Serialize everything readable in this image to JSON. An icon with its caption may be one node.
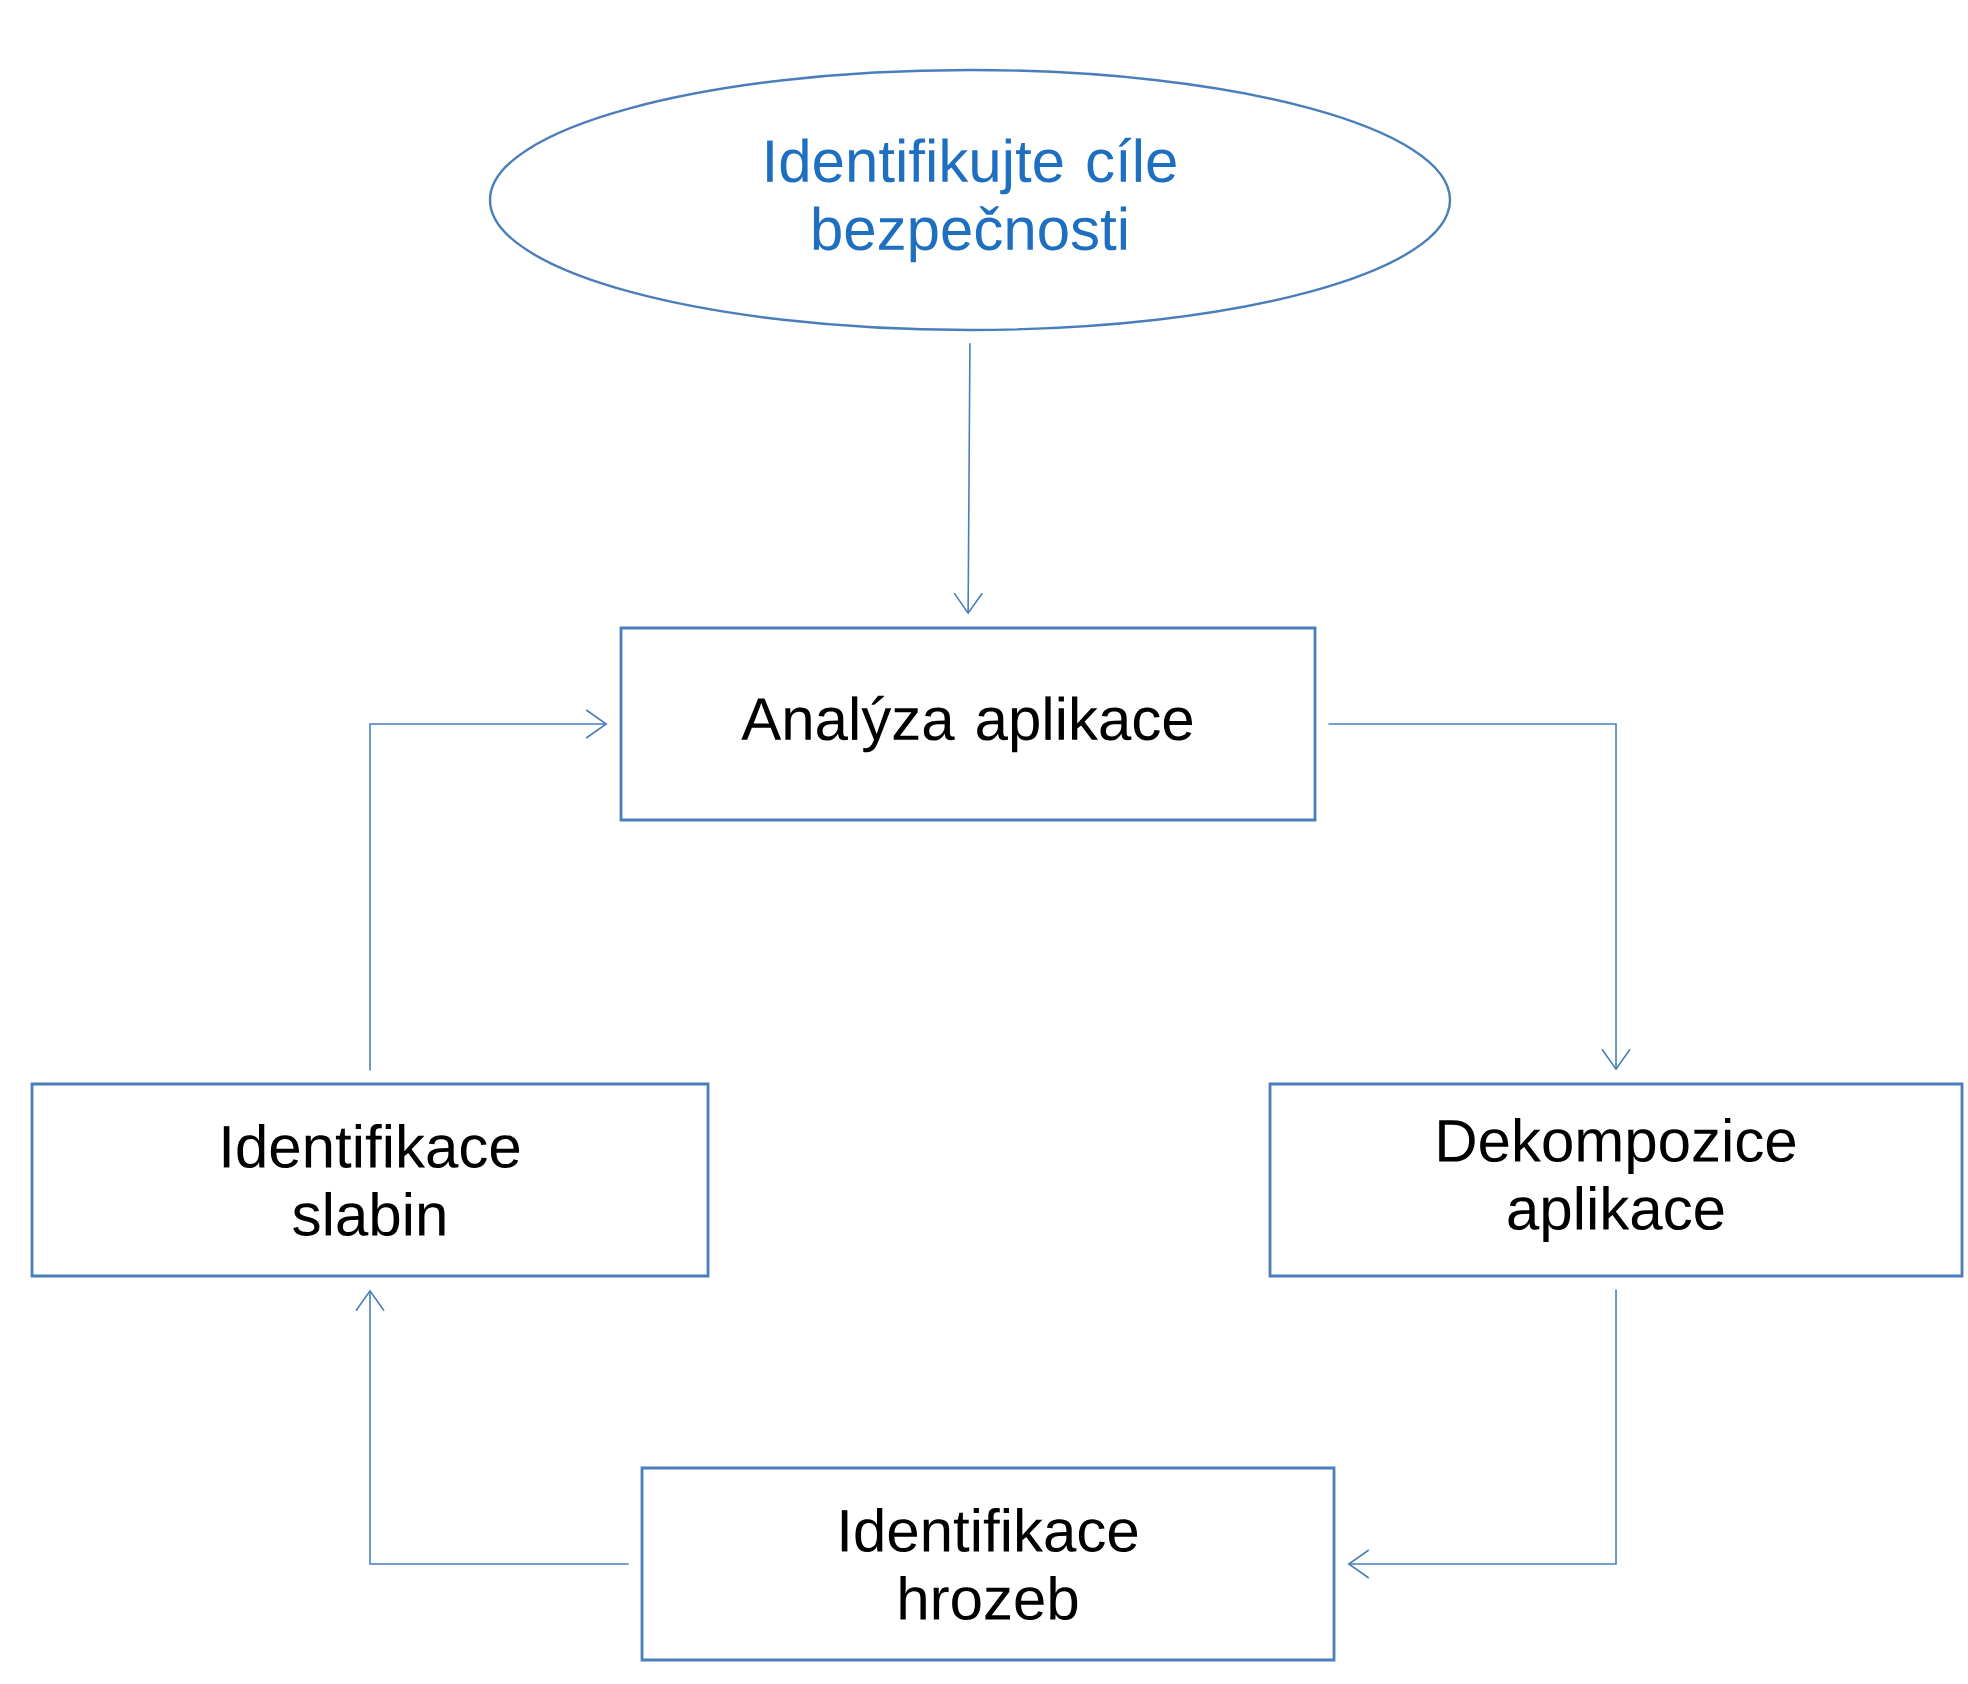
{
  "diagram": {
    "nodes": [
      {
        "text": [
          "Identifikujte cíle bezpečnosti"
        ]
      },
      {
        "text": [
          "Analýza aplikace"
        ]
      },
      {
        "text": [
          "Dekompozice aplikace"
        ]
      },
      {
        "text": [
          "Identifikace hrozeb"
        ]
      },
      {
        "text": [
          "Identifikace slabin"
        ]
      }
    ],
    "edges": [
      {
        "from": 0,
        "to": 1,
        "arrow": "to"
      },
      {
        "from": 1,
        "to": 2,
        "arrow": "to"
      },
      {
        "from": 2,
        "to": 3,
        "arrow": "to"
      },
      {
        "from": 3,
        "to": 4,
        "arrow": "to"
      },
      {
        "from": 4,
        "to": 1,
        "arrow": "to"
      }
    ]
  }
}
